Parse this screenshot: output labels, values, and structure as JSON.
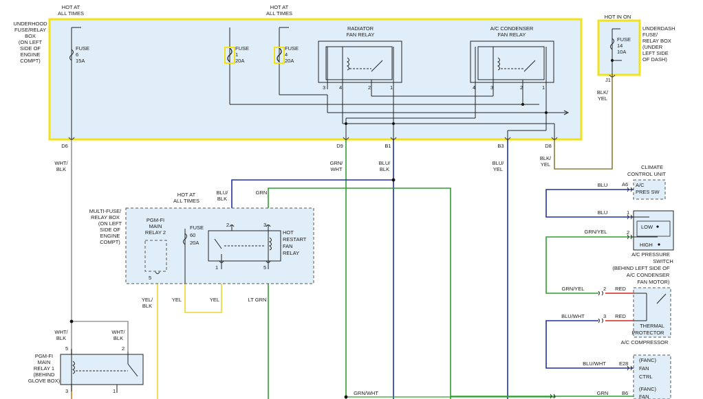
{
  "underhood_box": {
    "label": [
      "UNDERHOOD",
      "FUSE/RELAY",
      "BOX",
      "(ON LEFT",
      "SIDE OF",
      "ENGINE",
      "COMPT)"
    ],
    "hot1": [
      "HOT AT",
      "ALL TIMES"
    ],
    "hot2": [
      "HOT AT",
      "ALL TIMES"
    ],
    "fuse6": [
      "FUSE",
      "6",
      "15A"
    ],
    "fuse1": [
      "FUSE",
      "1",
      "20A"
    ],
    "fuse4": [
      "FUSE",
      "4",
      "20A"
    ],
    "radiator_relay": [
      "RADIATOR",
      "FAN RELAY"
    ],
    "ac_relay": [
      "A/C CONDENSER",
      "FAN RELAY"
    ],
    "rad_pins": [
      "3",
      "4",
      "2",
      "1"
    ],
    "ac_pins": [
      "4",
      "3",
      "2",
      "1"
    ],
    "connectors": [
      "D6",
      "D9",
      "B1",
      "B3",
      "D8"
    ]
  },
  "underdash_box": {
    "hot": "HOT IN ON",
    "fuse": [
      "FUSE",
      "14",
      "10A"
    ],
    "label": [
      "UNDERDASH",
      "FUSE/",
      "RELAY BOX",
      "(UNDER",
      "LEFT SIDE",
      "OF DASH)"
    ],
    "connector": "J1"
  },
  "wires": {
    "wht_blk": [
      "WHT/",
      "BLK"
    ],
    "grn_wht": [
      "GRN/",
      "WHT"
    ],
    "blu_blk_b1": [
      "BLU/",
      "BLK"
    ],
    "blu_yel": [
      "BLU/",
      "YEL"
    ],
    "blk_yel_d8": [
      "BLK/",
      "YEL"
    ],
    "blk_yel_j1": [
      "BLK/",
      "YEL"
    ],
    "blu_blk_relay": [
      "BLU/",
      "BLK"
    ],
    "grn": "GRN",
    "yel_blk": [
      "YEL/",
      "BLK"
    ],
    "yel1": "YEL",
    "yel2": "YEL",
    "lt_grn": "LT GRN",
    "wht_blk_l": [
      "WHT/",
      "BLK"
    ],
    "wht_blk_r": [
      "WHT/",
      "BLK"
    ],
    "blu_a6": "BLU",
    "blu_1": "BLU",
    "grn_yel_2": "GRN/YEL",
    "grn_yel_thermal": "GRN/YEL",
    "red_2": "RED",
    "blu_wht_3": "BLU/WHT",
    "red_3": "RED",
    "blu_wht_e28": "BLU/WHT",
    "grn_b6": "GRN",
    "grn_wht_bottom": "GRN/WHT"
  },
  "multi_fuse_box": {
    "label": [
      "MULTI-FUSE/",
      "RELAY BOX",
      "(ON LEFT",
      "SIDE OF",
      "ENGINE",
      "COMPT)"
    ],
    "hot": [
      "HOT AT",
      "ALL TIMES"
    ],
    "pgmfi2": [
      "PGM-FI",
      "MAIN",
      "RELAY 2"
    ],
    "fuse60": [
      "FUSE",
      "60",
      "20A"
    ],
    "hot_restart": [
      "HOT",
      "RESTART",
      "FAN",
      "RELAY"
    ],
    "pins": [
      "2",
      "3",
      "1",
      "5",
      "5"
    ]
  },
  "pgmfi1": {
    "label": [
      "PGM-FI",
      "MAIN",
      "RELAY 1",
      "(BEHIND",
      "GLOVE BOX)"
    ],
    "pins": [
      "5",
      "2",
      "3",
      "1"
    ]
  },
  "climate": {
    "label": [
      "CLIMATE",
      "CONTROL UNIT"
    ],
    "pin": "A6",
    "text": [
      "A/C",
      "PRES SW"
    ]
  },
  "pressure_switch": {
    "pins": [
      "1",
      "2"
    ],
    "low": "LOW",
    "high": "HIGH",
    "label": [
      "A/C PRESSURE",
      "SWITCH",
      "(BEHIND LEFT SIDE OF",
      "A/C CONDENSER",
      "FAN MOTOR)"
    ]
  },
  "compressor": {
    "pins": [
      "2",
      "3"
    ],
    "thermal": [
      "THERMAL",
      "PROTECTOR"
    ],
    "label": "A/C COMPRESSOR"
  },
  "fanc": {
    "pin1": "E28",
    "text1": [
      "(FANC)",
      "FAN",
      "CTRL"
    ],
    "pin2": "B6",
    "text2": [
      "(FANC)",
      "FAN"
    ]
  },
  "colors": {
    "blu": "#1d2fa3",
    "grn": "#2ea02e",
    "yel": "#ecd62a",
    "red": "#d42020",
    "gray": "#9a9a9a",
    "olive": "#8b7d3a",
    "highlight": "#f2e21a",
    "box": "#dfeef8"
  }
}
